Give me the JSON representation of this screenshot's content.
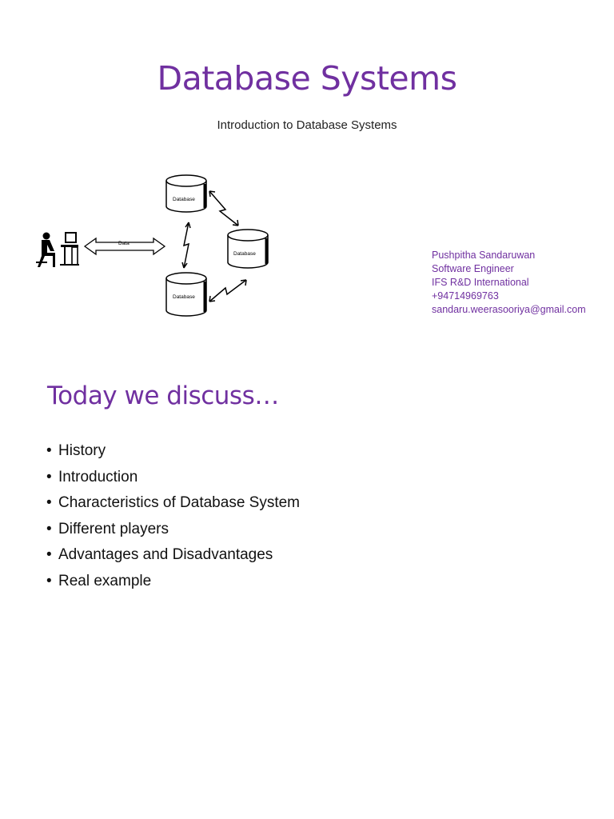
{
  "slide1": {
    "title": "Database Systems",
    "subtitle": "Introduction to Database Systems",
    "diagram": {
      "db_label": "Database",
      "data_label": "Data"
    },
    "contact": {
      "name": "Pushpitha Sandaruwan",
      "role": "Software Engineer",
      "company": "IFS R&D International",
      "phone": "+94714969763",
      "email": "sandaru.weerasooriya@gmail.com"
    }
  },
  "slide2": {
    "heading": "Today we discuss…",
    "bullet_char": "•",
    "bullets": [
      "History",
      "Introduction",
      "Characteristics of Database System",
      "Different players",
      "Advantages and Disadvantages",
      "Real example"
    ]
  },
  "colors": {
    "accent": "#7030a0"
  }
}
